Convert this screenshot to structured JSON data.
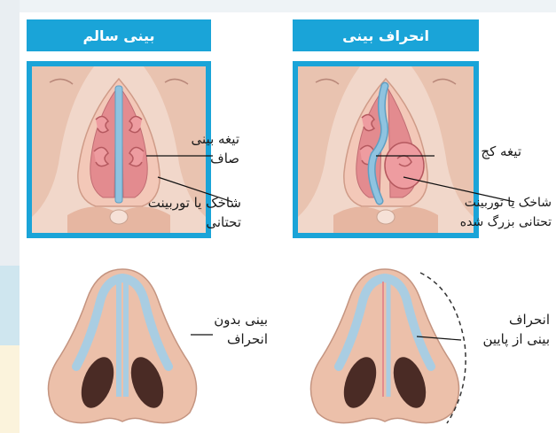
{
  "panels": {
    "left": {
      "header": "بینی سالم",
      "top_labels": {
        "septum": "تیغه بینی\nصاف",
        "turbinate": "شاخک یا توربینت\nتحتانی"
      },
      "bottom_label": "بینی بدون\nانحراف"
    },
    "right": {
      "header": "انحراف بینی",
      "top_labels": {
        "septum": "تیغه کج",
        "turbinate": "شاخک یا توربینت\nتحتانی بزرگ شده"
      },
      "bottom_label": "انحراف\nبینی از پایین"
    }
  },
  "colors": {
    "header_bg": "#1aa4d8",
    "frame_border": "#1aa4d8",
    "skin": "#e8b9a0",
    "tissue": "#e8848a",
    "septum": "#8fc3e0"
  }
}
